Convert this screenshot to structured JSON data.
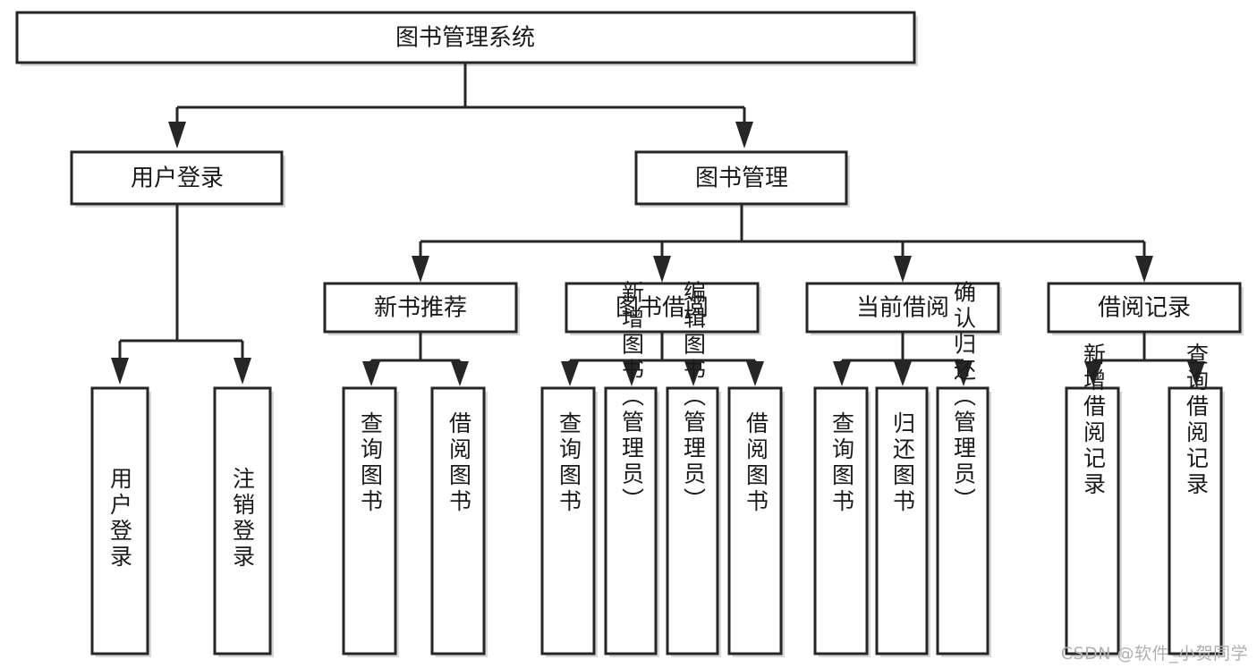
{
  "diagram": {
    "type": "hierarchy-tree",
    "title_node": {
      "label": "图书管理系统"
    },
    "level2": [
      {
        "label": "用户登录"
      },
      {
        "label": "图书管理"
      }
    ],
    "level3": [
      {
        "label": "新书推荐"
      },
      {
        "label": "图书借阅"
      },
      {
        "label": "当前借阅"
      },
      {
        "label": "借阅记录"
      }
    ],
    "leaves": {
      "user_login": [
        {
          "label": "用户登录"
        },
        {
          "label": "注销登录"
        }
      ],
      "new_book_recommend": [
        {
          "label": "查询图书"
        },
        {
          "label": "借阅图书"
        }
      ],
      "book_borrow": [
        {
          "label": "查询图书"
        },
        {
          "label": "新增图书（管理员）"
        },
        {
          "label": "编辑图书（管理员）"
        },
        {
          "label": "借阅图书"
        }
      ],
      "current_borrow": [
        {
          "label": "查询图书"
        },
        {
          "label": "归还图书"
        },
        {
          "label": "确认归还（管理员）"
        }
      ],
      "borrow_record": [
        {
          "label": "新增借阅记录"
        },
        {
          "label": "查询借阅记录"
        }
      ]
    },
    "colors": {
      "box_stroke": "#262626",
      "box_fill": "#ffffff",
      "text": "#1a1a1a",
      "background": "#ffffff",
      "watermark": "#b0b0b0"
    }
  },
  "watermark": {
    "text": "CSDN @软件_小贺同学"
  }
}
